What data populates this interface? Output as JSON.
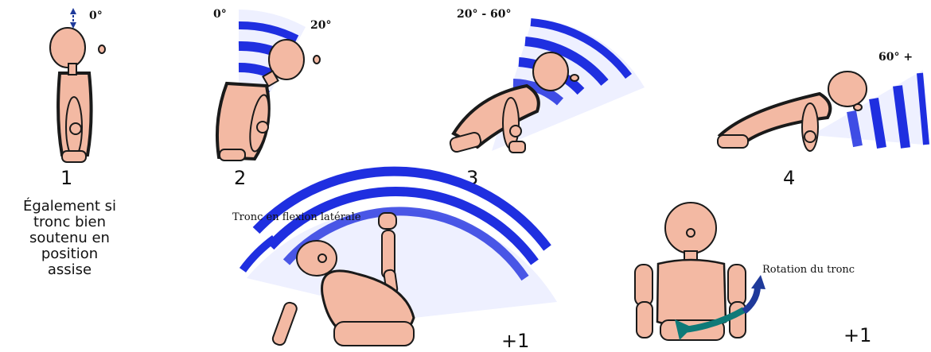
{
  "colors": {
    "skin": "#f3b9a3",
    "outline": "#1a1a1a",
    "band": "#1f2fe0",
    "arrow_teal": "#0f7a78",
    "arrow_blue": "#1f3a9a"
  },
  "panels": [
    {
      "number": "1",
      "angle": "0°"
    },
    {
      "number": "2",
      "angle_start": "0°",
      "angle_end": "20°"
    },
    {
      "number": "3",
      "angle": "20° - 60°"
    },
    {
      "number": "4",
      "angle": "60° +"
    }
  ],
  "note_panel_1": "Également si\ntronc bien\nsoutenu en\nposition\nassise",
  "modifiers": [
    {
      "label": "Tronc en flexion latérale",
      "score": "+1"
    },
    {
      "label": "Rotation du tronc",
      "score": "+1"
    }
  ]
}
